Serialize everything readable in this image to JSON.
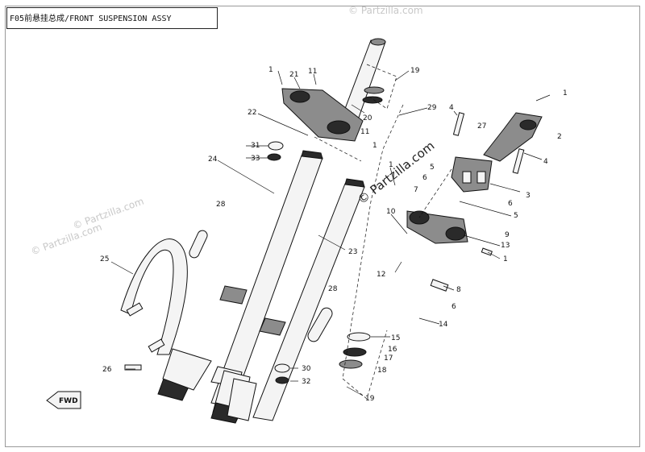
{
  "title": "F05前悬挂总成/FRONT SUSPENSION  ASSY",
  "watermarks": {
    "corner_top": "© Partzilla.com",
    "corner_left": "© Partzilla.com",
    "corner_mid": "© Partzilla.com",
    "center": "© Partzilla.com"
  },
  "fwd_label": "FWD",
  "callouts": {
    "c1a": "1",
    "c21": "21",
    "c11a": "11",
    "c19a": "19",
    "c22": "22",
    "c20": "20",
    "c29": "29",
    "c11b": "11",
    "c1b": "1",
    "c31": "31",
    "c33": "33",
    "c24": "24",
    "c4a": "4",
    "c27": "27",
    "c1c": "1",
    "c2": "2",
    "c4b": "4",
    "c3": "3",
    "c1d": "1",
    "c5a": "5",
    "c6a": "6",
    "c7": "7",
    "c6b": "6",
    "c5b": "5",
    "c10": "10",
    "c9": "9",
    "c13": "13",
    "c1e": "1",
    "c28a": "28",
    "c25": "25",
    "c23": "23",
    "c12": "12",
    "c8": "8",
    "c28b": "28",
    "c6c": "6",
    "c14": "14",
    "c15": "15",
    "c16": "16",
    "c17": "17",
    "c18": "18",
    "c26": "26",
    "c30": "30",
    "c32": "32",
    "c19b": "19"
  }
}
